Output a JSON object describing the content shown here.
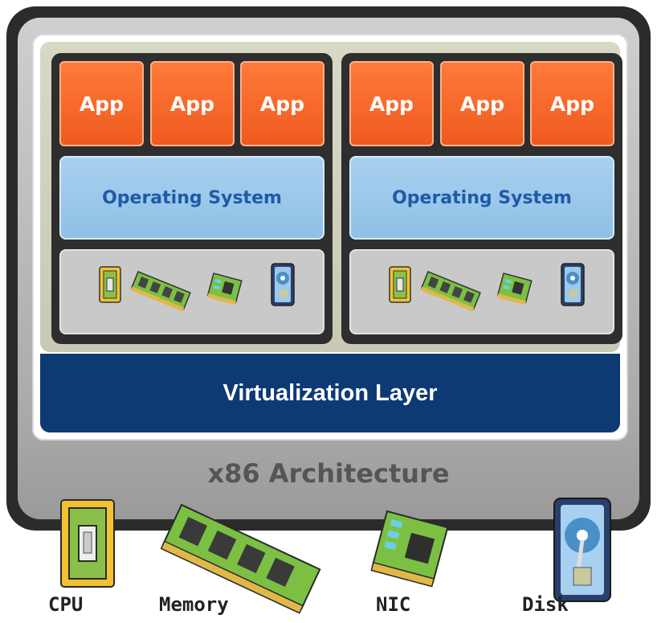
{
  "vms": [
    {
      "apps": [
        "App",
        "App",
        "App"
      ],
      "os_label": "Operating System",
      "hardware_icons": [
        "cpu-icon",
        "memory-icon",
        "nic-icon",
        "disk-icon"
      ]
    },
    {
      "apps": [
        "App",
        "App",
        "App"
      ],
      "os_label": "Operating System",
      "hardware_icons": [
        "cpu-icon",
        "memory-icon",
        "nic-icon",
        "disk-icon"
      ]
    }
  ],
  "virtualization_label": "Virtualization Layer",
  "architecture_label": "x86 Architecture",
  "hardware": [
    {
      "label": "CPU",
      "icon": "cpu-icon"
    },
    {
      "label": "Memory",
      "icon": "memory-icon"
    },
    {
      "label": "NIC",
      "icon": "nic-icon"
    },
    {
      "label": "Disk",
      "icon": "disk-icon"
    }
  ],
  "colors": {
    "app": "#f05a1f",
    "os": "#9cc8ea",
    "os_text": "#1f5aa8",
    "virtualization": "#0d3a73",
    "outer_frame": "#2b2b2b",
    "chip": "#7bc043"
  }
}
